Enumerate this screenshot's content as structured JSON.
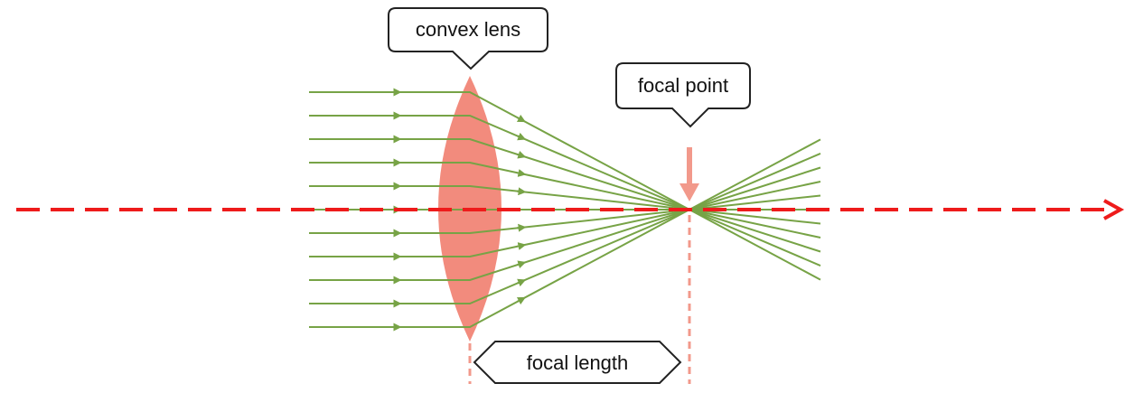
{
  "labels": {
    "lens": "convex lens",
    "focal_point": "focal point",
    "focal_length": "focal length"
  },
  "colors": {
    "ray": "#77a346",
    "lens": "#f28b7d",
    "axis": "#ee1b1b",
    "marker": "#f2998b",
    "callout_border": "#222222",
    "callout_fill": "#ffffff"
  },
  "rays": {
    "count": 11,
    "converge_at_focal_point": true
  }
}
